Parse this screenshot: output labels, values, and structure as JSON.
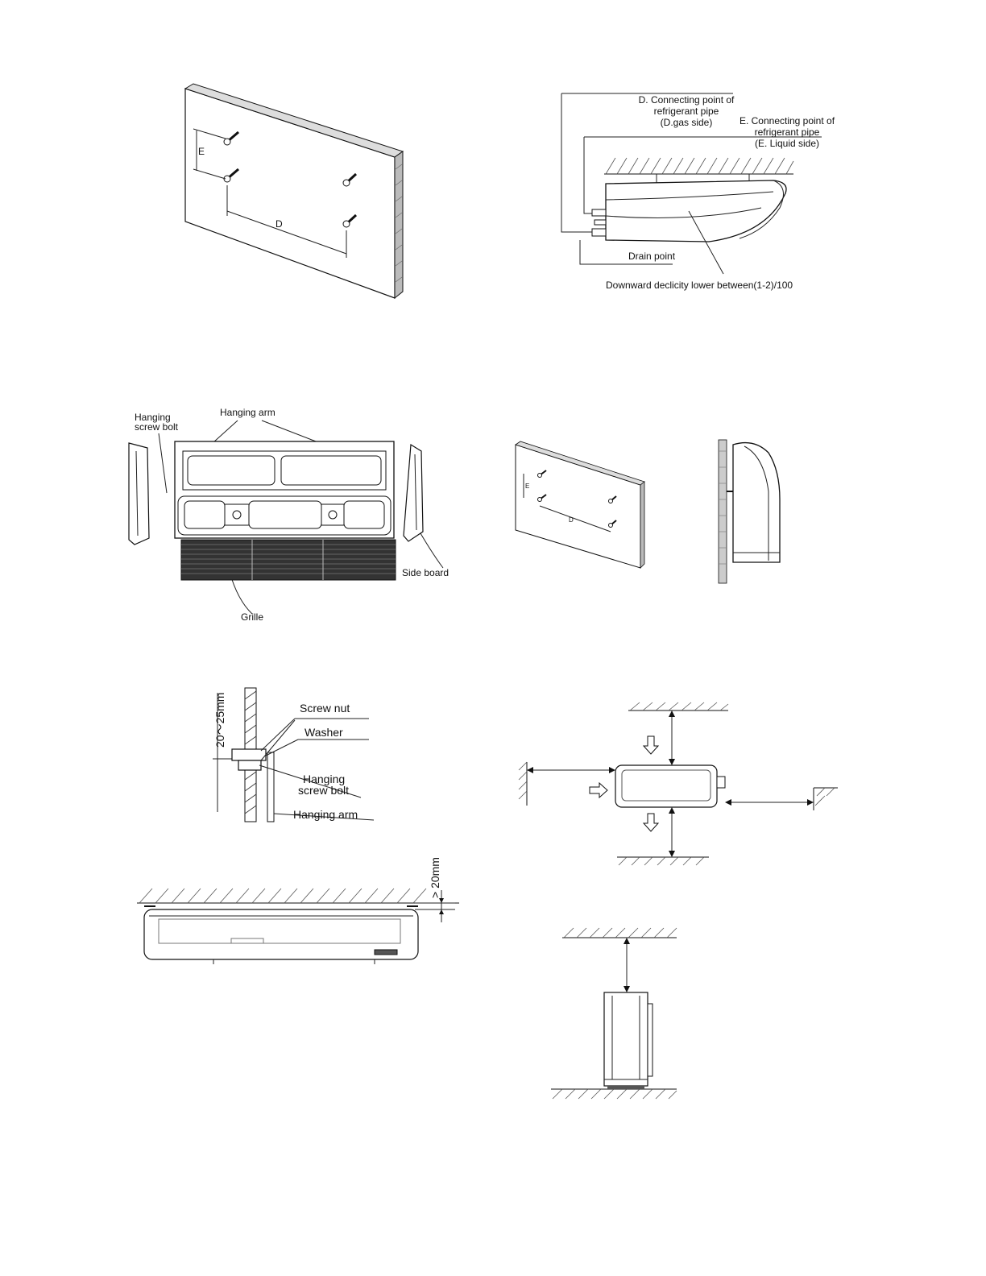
{
  "fig1": {
    "dim_e": "E",
    "dim_d": "D"
  },
  "fig2": {
    "gas_label_1": "D. Connecting point of",
    "gas_label_2": "refrigerant pipe",
    "gas_label_3": "(D.gas side)",
    "liquid_label_1": "E. Connecting point of",
    "liquid_label_2": "refrigerant pipe",
    "liquid_label_3": "(E. Liquid side)",
    "drain_label": "Drain point",
    "slope_label": "Downward declicity lower between(1-2)/100"
  },
  "fig3": {
    "hanging_bolt_1": "Hanging",
    "hanging_bolt_2": "screw bolt",
    "hanging_arm": "Hanging arm",
    "side_board": "Side board",
    "grille": "Grille"
  },
  "fig4": {
    "dim_e": "E",
    "dim_d": "D"
  },
  "fig5": {
    "dimension": "20～25mm",
    "screw_nut": "Screw nut",
    "washer": "Washer",
    "hanging_bolt_1": "Hanging",
    "hanging_bolt_2": "screw bolt",
    "hanging_arm": "Hanging arm"
  },
  "fig6": {
    "clearance": "> 20mm"
  }
}
